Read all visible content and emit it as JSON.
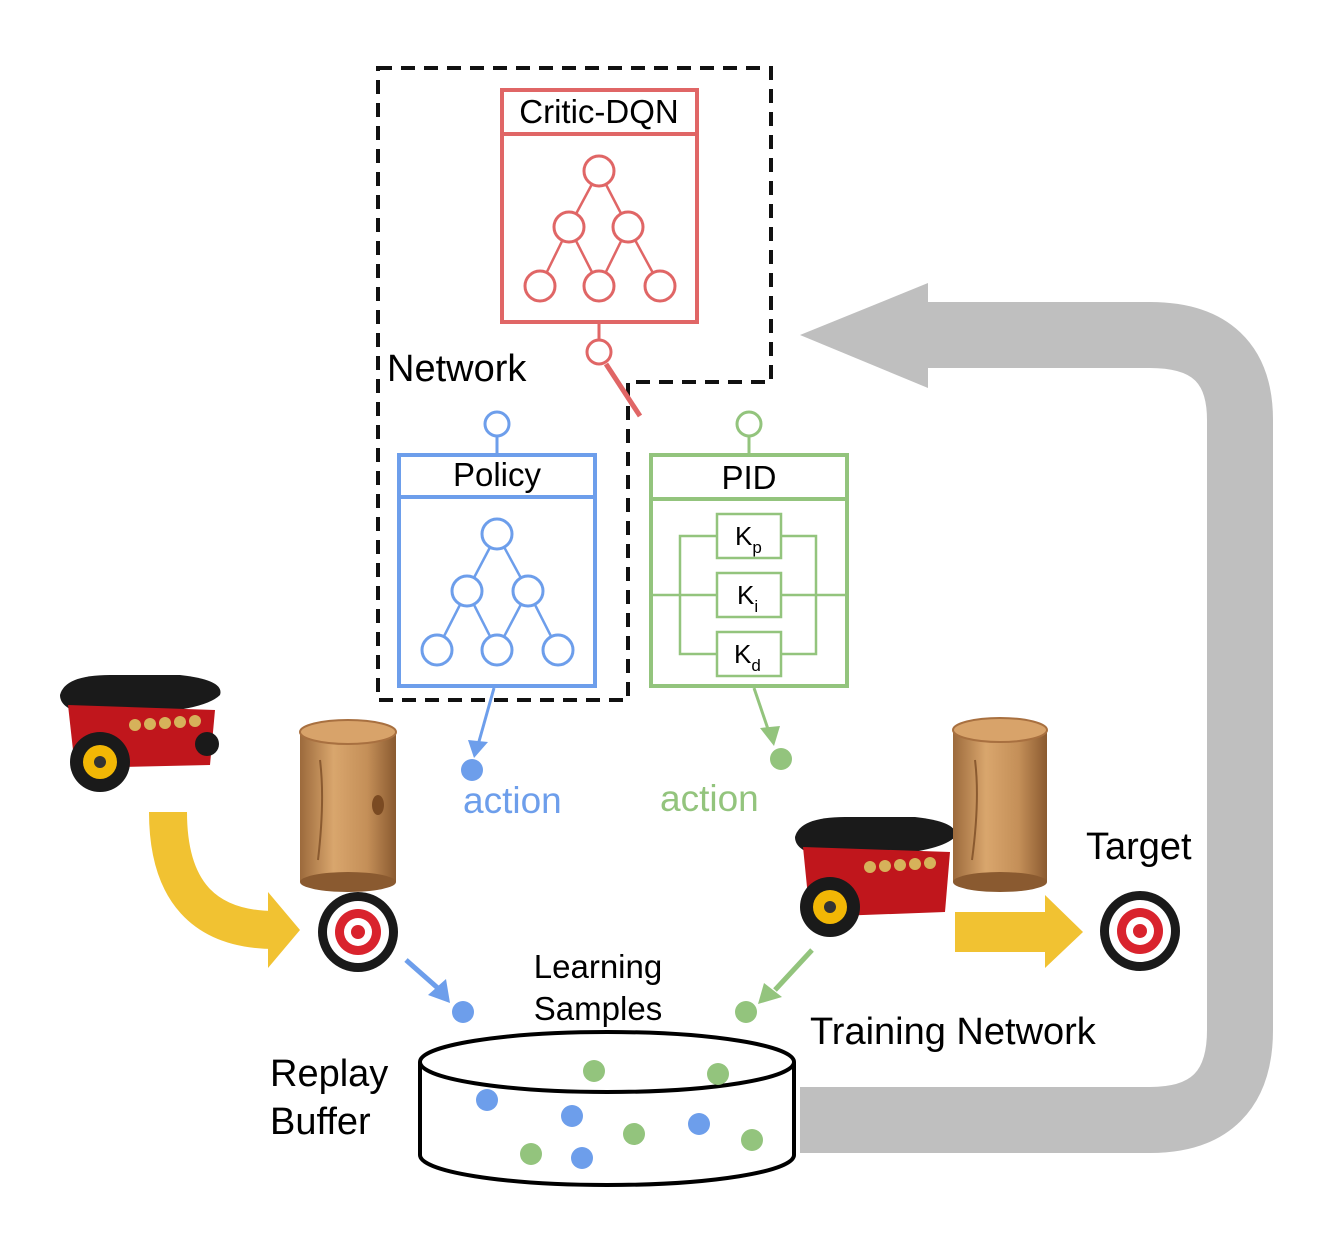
{
  "labels": {
    "critic_title": "Critic-DQN",
    "network": "Network",
    "policy_title": "Policy",
    "pid_title": "PID",
    "kp_main": "K",
    "kp_sub": "p",
    "ki_main": "K",
    "ki_sub": "i",
    "kd_main": "K",
    "kd_sub": "d",
    "action_policy": "action",
    "action_pid": "action",
    "target": "Target",
    "learning_line1": "Learning",
    "learning_line2": "Samples",
    "training_network": "Training Network",
    "replay_line1": "Replay",
    "replay_line2": "Buffer"
  },
  "colors": {
    "critic": "#e06666",
    "policy": "#6d9eeb",
    "pid": "#93c47d",
    "arrow_gray": "#bfbfbf",
    "arrow_yellow": "#f1c232",
    "target_red": "#d9232d",
    "robot_red": "#c0161c",
    "wood": "#c08a55"
  },
  "icons": {
    "robot": "robot-icon",
    "log": "wood-log-icon",
    "target": "target-icon"
  }
}
